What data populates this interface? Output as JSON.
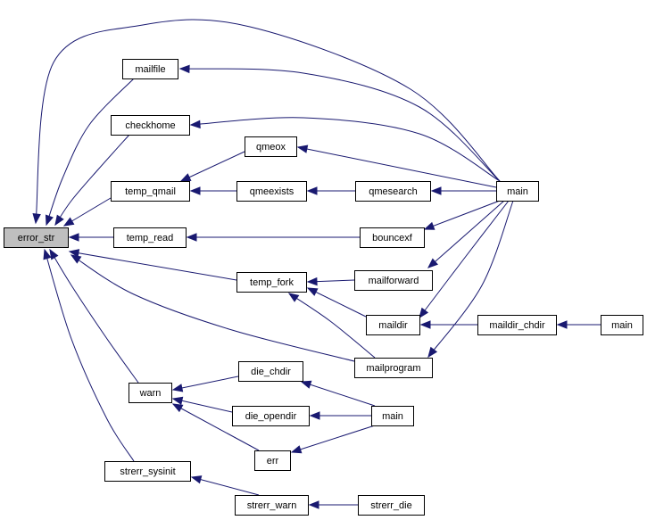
{
  "graph": {
    "nodes": {
      "error_str": {
        "label": "error_str",
        "highlighted": true
      },
      "mailfile": {
        "label": "mailfile"
      },
      "checkhome": {
        "label": "checkhome"
      },
      "temp_qmail": {
        "label": "temp_qmail"
      },
      "temp_read": {
        "label": "temp_read"
      },
      "qmeox": {
        "label": "qmeox"
      },
      "qmeexists": {
        "label": "qmeexists"
      },
      "qmesearch": {
        "label": "qmesearch"
      },
      "main_a": {
        "label": "main"
      },
      "bouncexf": {
        "label": "bouncexf"
      },
      "temp_fork": {
        "label": "temp_fork"
      },
      "mailforward": {
        "label": "mailforward"
      },
      "maildir": {
        "label": "maildir"
      },
      "maildir_chdir": {
        "label": "maildir_chdir"
      },
      "main_b": {
        "label": "main"
      },
      "mailprogram": {
        "label": "mailprogram"
      },
      "warn": {
        "label": "warn"
      },
      "die_chdir": {
        "label": "die_chdir"
      },
      "die_opendir": {
        "label": "die_opendir"
      },
      "main_c": {
        "label": "main"
      },
      "err": {
        "label": "err"
      },
      "strerr_sysinit": {
        "label": "strerr_sysinit"
      },
      "strerr_warn": {
        "label": "strerr_warn"
      },
      "strerr_die": {
        "label": "strerr_die"
      }
    },
    "edges": [
      {
        "from": "mailfile",
        "to": "error_str"
      },
      {
        "from": "checkhome",
        "to": "error_str"
      },
      {
        "from": "temp_qmail",
        "to": "error_str"
      },
      {
        "from": "temp_read",
        "to": "error_str"
      },
      {
        "from": "temp_fork",
        "to": "error_str"
      },
      {
        "from": "warn",
        "to": "error_str"
      },
      {
        "from": "strerr_sysinit",
        "to": "error_str"
      },
      {
        "from": "main_a",
        "to": "error_str"
      },
      {
        "from": "mailprogram",
        "to": "error_str"
      },
      {
        "from": "main_a",
        "to": "mailfile"
      },
      {
        "from": "main_a",
        "to": "checkhome"
      },
      {
        "from": "qmeox",
        "to": "temp_qmail"
      },
      {
        "from": "qmeexists",
        "to": "temp_qmail"
      },
      {
        "from": "main_a",
        "to": "qmeox"
      },
      {
        "from": "qmesearch",
        "to": "qmeexists"
      },
      {
        "from": "main_a",
        "to": "qmesearch"
      },
      {
        "from": "bouncexf",
        "to": "temp_read"
      },
      {
        "from": "main_a",
        "to": "bouncexf"
      },
      {
        "from": "mailforward",
        "to": "temp_fork"
      },
      {
        "from": "maildir",
        "to": "temp_fork"
      },
      {
        "from": "mailprogram",
        "to": "temp_fork"
      },
      {
        "from": "main_a",
        "to": "mailforward"
      },
      {
        "from": "main_a",
        "to": "maildir"
      },
      {
        "from": "maildir_chdir",
        "to": "maildir"
      },
      {
        "from": "main_a",
        "to": "mailprogram"
      },
      {
        "from": "main_b",
        "to": "maildir_chdir"
      },
      {
        "from": "die_chdir",
        "to": "warn"
      },
      {
        "from": "die_opendir",
        "to": "warn"
      },
      {
        "from": "err",
        "to": "warn"
      },
      {
        "from": "main_c",
        "to": "die_chdir"
      },
      {
        "from": "main_c",
        "to": "die_opendir"
      },
      {
        "from": "main_c",
        "to": "err"
      },
      {
        "from": "strerr_warn",
        "to": "strerr_sysinit"
      },
      {
        "from": "strerr_die",
        "to": "strerr_warn"
      }
    ]
  },
  "colors": {
    "edge": "#191970",
    "node_fill": "#ffffff",
    "root_fill": "#bfbfbf",
    "border": "#000000"
  }
}
